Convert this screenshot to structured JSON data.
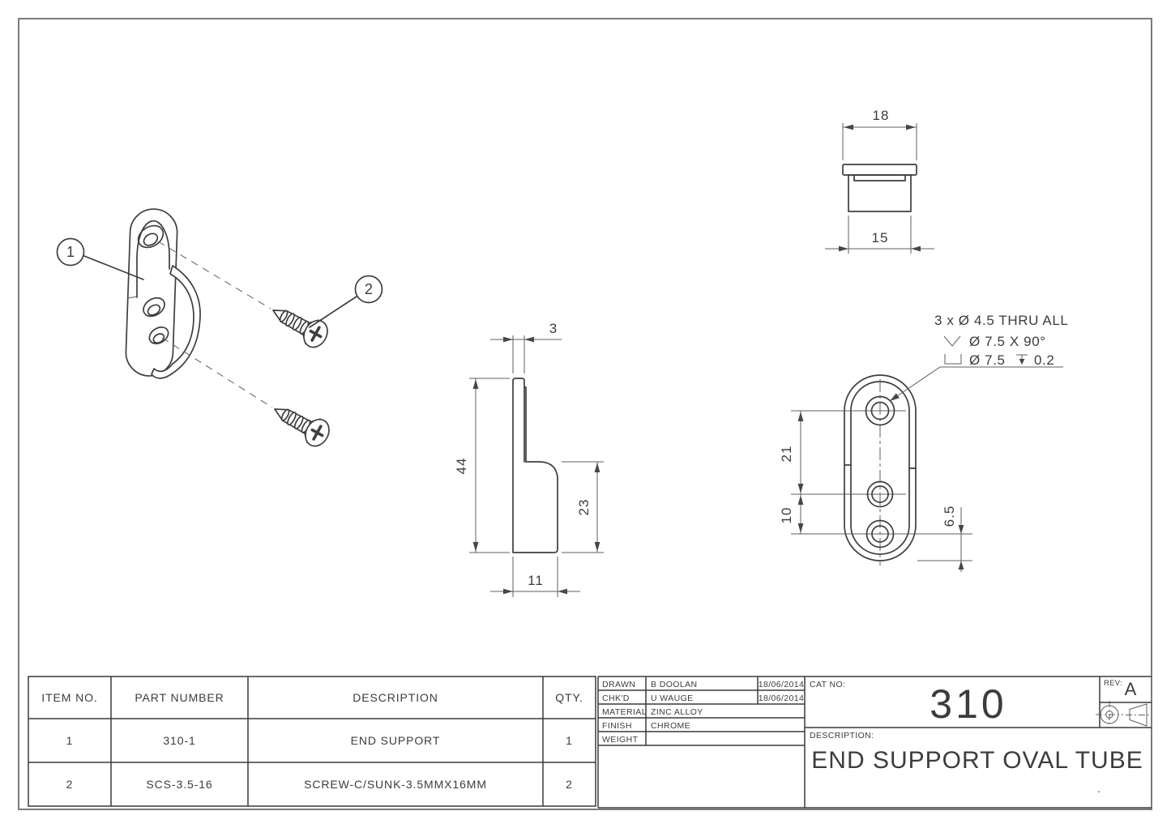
{
  "views": {
    "isometric": {
      "balloon_1": "1",
      "balloon_2": "2"
    },
    "top": {
      "dim_flange_width": "18",
      "dim_body_width": "15"
    },
    "side": {
      "dim_wall_thickness": "3",
      "dim_total_height": "44",
      "dim_body_height": "23",
      "dim_depth": "11"
    },
    "front": {
      "dim_hole_pitch_upper": "21",
      "dim_hole_pitch_lower": "10",
      "dim_bottom_edge_offset": "6.5",
      "hole_callout": {
        "line_1": "3 x Ø 4.5 THRU ALL",
        "line_2": "Ø 7.5 X 90°",
        "line_3_counterbore": "Ø 7.5",
        "line_3_depth": "0.2"
      }
    }
  },
  "bom_table": {
    "headers": [
      "ITEM NO.",
      "PART NUMBER",
      "DESCRIPTION",
      "QTY."
    ],
    "rows": [
      [
        "1",
        "310-1",
        "END SUPPORT",
        "1"
      ],
      [
        "2",
        "SCS-3.5-16",
        "SCREW-C/SUNK-3.5MMX16MM",
        "2"
      ]
    ]
  },
  "title_block": {
    "drawn_label": "DRAWN",
    "drawn_name": "B DOOLAN",
    "drawn_date": "18/06/2014",
    "checked_label": "CHK'D",
    "checked_name": "U WAUGE",
    "checked_date": "18/06/2014",
    "material_label": "MATERIAL",
    "material_value": "ZINC ALLOY",
    "finish_label": "FINISH",
    "finish_value": "CHROME",
    "weight_label": "WEIGHT",
    "weight_value": "",
    "cat_no_label": "CAT NO:",
    "cat_no_value": "310",
    "rev_label": "REV:",
    "rev_value": "A",
    "description_label": "DESCRIPTION:",
    "description_value": "END SUPPORT OVAL TUBE",
    "stray_mark": "."
  },
  "colors": {
    "background": "#ffffff",
    "line": "#3e3e3e",
    "thin_line": "#5f5f5f",
    "frame": "#7b7b7b",
    "text": "#3c3c3c"
  }
}
